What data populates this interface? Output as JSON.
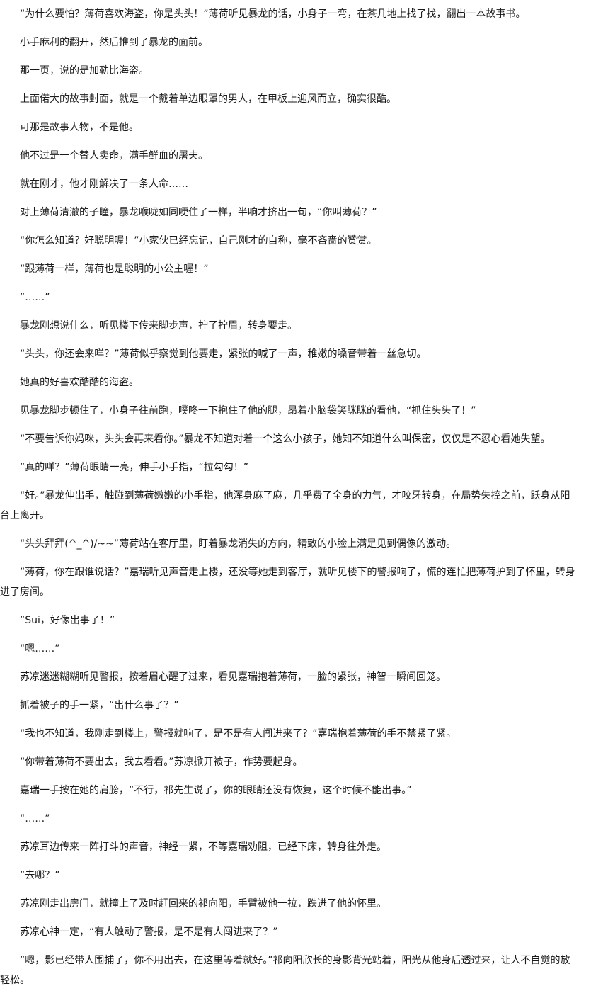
{
  "paragraphs": [
    "“为什么要怕？薄荷喜欢海盗，你是头头！”薄荷听见暴龙的话，小身子一弯，在茶几地上找了找，翻出一本故事书。",
    "小手麻利的翻开，然后推到了暴龙的面前。",
    "那一页，说的是加勒比海盗。",
    "上面偌大的故事封面，就是一个戴着单边眼罩的男人，在甲板上迎风而立，确实很酷。",
    "可那是故事人物，不是他。",
    "他不过是一个替人卖命，满手鲜血的屠夫。",
    "就在刚才，他才刚解决了一条人命……",
    "对上薄荷清澈的子瞳，暴龙喉咙如同哽住了一样，半响才挤出一句，“你叫薄荷？”",
    "“你怎么知道？好聪明喔！”小家伙已经忘记，自己刚才的自称，毫不吝啬的赞赏。",
    "“跟薄荷一样，薄荷也是聪明的小公主喔！”",
    "“……”",
    "暴龙刚想说什么，听见楼下传来脚步声，拧了拧眉，转身要走。",
    "“头头，你还会来咩？”薄荷似乎察觉到他要走，紧张的喊了一声，稚嫩的嗓音带着一丝急切。",
    "她真的好喜欢酷酷的海盗。",
    "见暴龙脚步顿住了，小身子往前跑，噗咚一下抱住了他的腿，昂着小脑袋笑眯眯的看他，“抓住头头了！”",
    "“不要告诉你妈咪，头头会再来看你。”暴龙不知道对着一个这么小孩子，她知不知道什么叫保密，仅仅是不忍心看她失望。",
    "“真的咩？”薄荷眼睛一亮，伸手小手指，“拉勾勾！”",
    "“好。”暴龙伸出手，触碰到薄荷嫩嫩的小手指，他浑身麻了麻，几乎费了全身的力气，才咬牙转身，在局势失控之前，跃身从阳台上离开。",
    "“头头拜拜(^_^)/~~”薄荷站在客厅里，盯着暴龙消失的方向，精致的小脸上满是见到偶像的激动。",
    "“薄荷，你在跟谁说话？”嘉瑞听见声音走上楼，还没等她走到客厅，就听见楼下的警报响了，慌的连忙把薄荷护到了怀里，转身进了房间。",
    "“Sui，好像出事了！”",
    "“嗯……”",
    "苏凉迷迷糊糊听见警报，按着眉心醒了过来，看见嘉瑞抱着薄荷，一脸的紧张，神智一瞬间回笼。",
    "抓着被子的手一紧，“出什么事了？”",
    "“我也不知道，我刚走到楼上，警报就响了，是不是有人闯进来了？”嘉瑞抱着薄荷的手不禁紧了紧。",
    "“你带着薄荷不要出去，我去看看。”苏凉掀开被子，作势要起身。",
    "嘉瑞一手按在她的肩膀，“不行，祁先生说了，你的眼睛还没有恢复，这个时候不能出事。”",
    "“……”",
    "苏凉耳边传来一阵打斗的声音，神经一紧，不等嘉瑞劝阻，已经下床，转身往外走。",
    "“去哪？”",
    "苏凉刚走出房门，就撞上了及时赶回来的祁向阳，手臂被他一拉，跌进了他的怀里。",
    "苏凉心神一定，“有人触动了警报，是不是有人闯进来了？”",
    "“嗯，影已经带人围捕了，你不用出去，在这里等着就好。”祁向阳欣长的身影背光站着，阳光从他身后透过来，让人不自觉的放轻松。"
  ]
}
